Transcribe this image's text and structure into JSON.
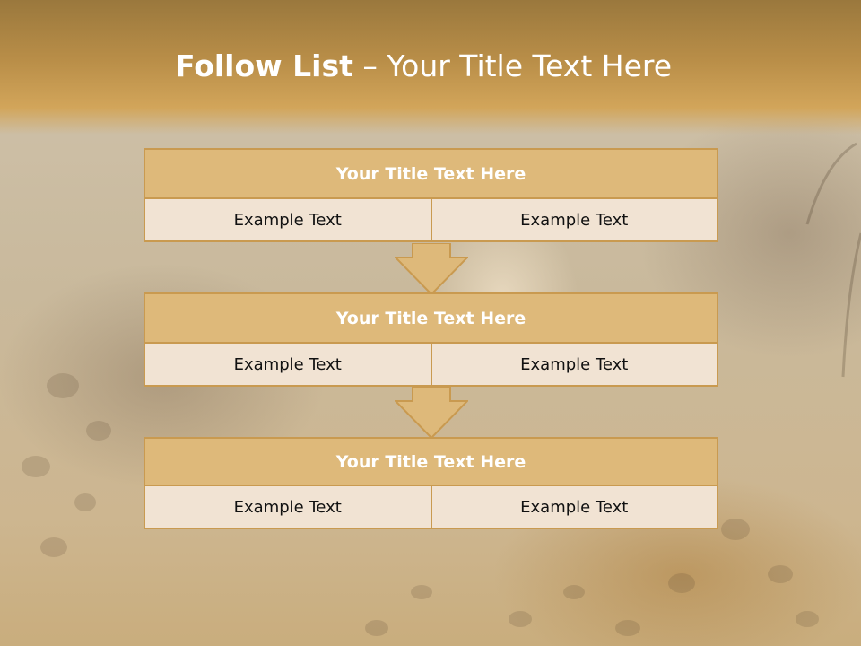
{
  "header": {
    "title_bold": "Follow List",
    "title_rest": " – Your Title Text Here"
  },
  "blocks": [
    {
      "title": "Your Title Text Here",
      "left_text": "Example Text",
      "right_text": "Example Text"
    },
    {
      "title": "Your Title Text Here",
      "left_text": "Example Text",
      "right_text": "Example Text"
    },
    {
      "title": "Your Title Text Here",
      "left_text": "Example Text",
      "right_text": "Example Text"
    }
  ],
  "colors": {
    "header": "#b98e48",
    "block_title": "#deb97a",
    "block_border": "#c99a50",
    "cell": "#f1e3d3",
    "arrow": "#deb97a"
  },
  "icons": [
    "down-arrow-icon",
    "down-arrow-icon"
  ]
}
